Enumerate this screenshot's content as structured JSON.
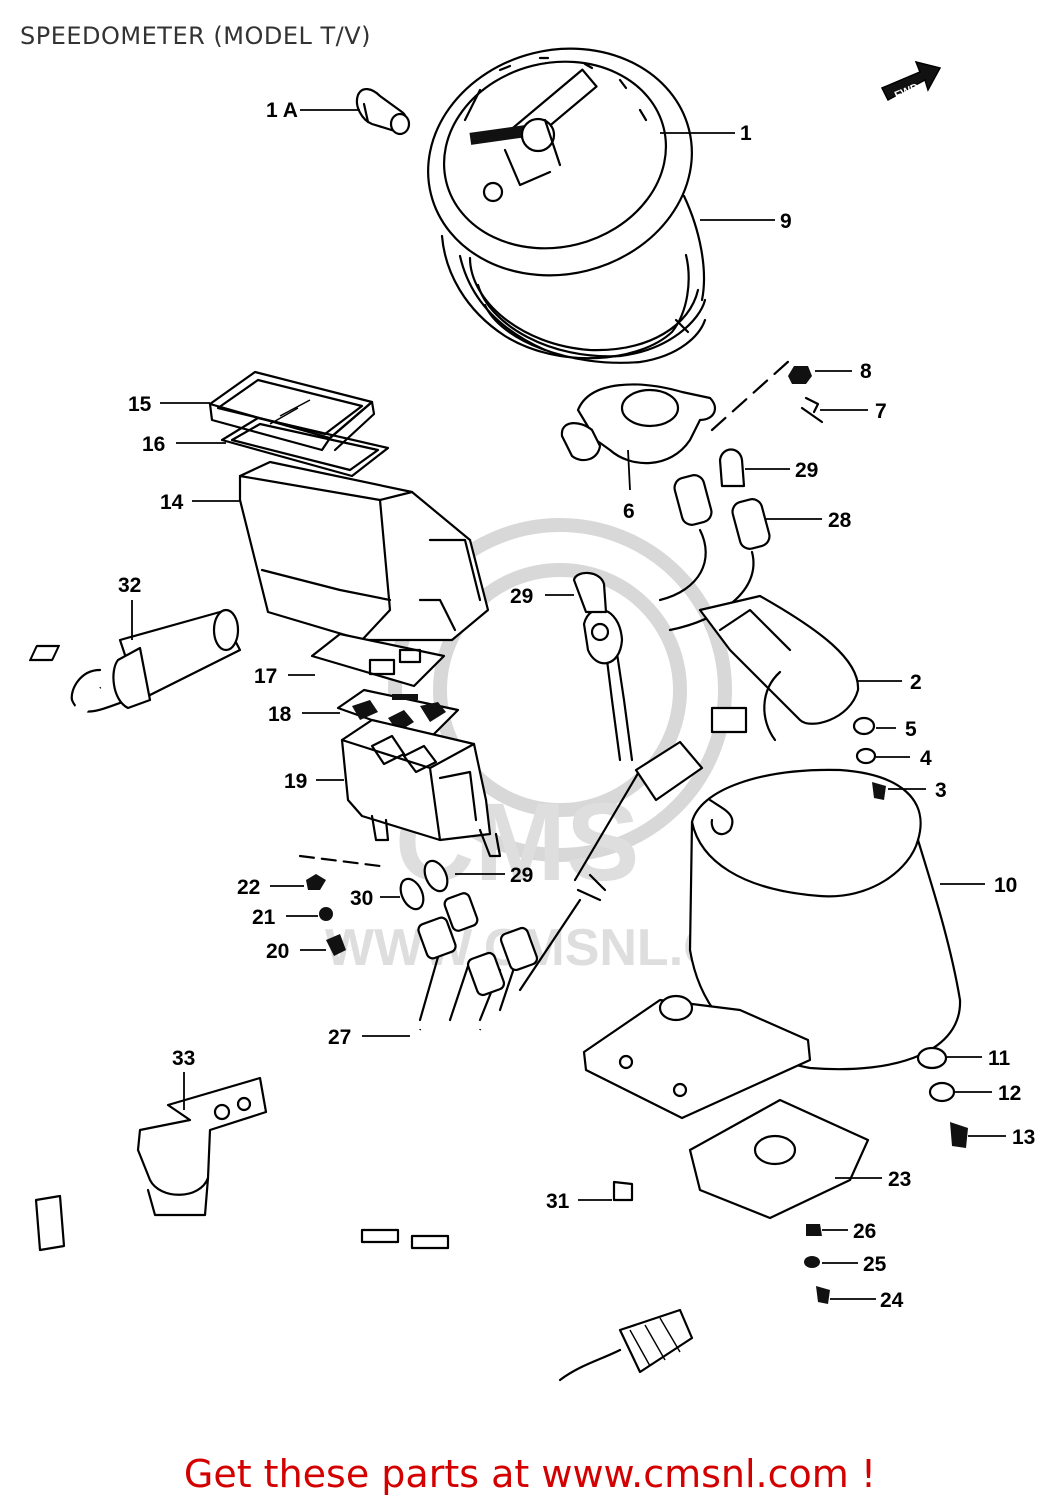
{
  "title": "SPEEDOMETER (MODEL T/V)",
  "footer": "Get these parts at www.cmsnl.com !",
  "fwd_label": "FWD",
  "watermark": {
    "text1": "CMS",
    "text2": "WWW.CMSNL.COM"
  },
  "colors": {
    "footer": "#d40000",
    "ink": "#000000",
    "watermark": "#d8d8d8"
  },
  "labels": {
    "p1a": "1 A",
    "p1": "1",
    "p9": "9",
    "p8": "8",
    "p7": "7",
    "p6": "6",
    "p29a": "29",
    "p28": "28",
    "p29b": "29",
    "p2": "2",
    "p5": "5",
    "p4": "4",
    "p3": "3",
    "p10": "10",
    "p15": "15",
    "p16": "16",
    "p14": "14",
    "p32": "32",
    "p17": "17",
    "p18": "18",
    "p19": "19",
    "p22": "22",
    "p21": "21",
    "p20": "20",
    "p30": "30",
    "p29c": "29",
    "p27": "27",
    "p33": "33",
    "p11": "11",
    "p12": "12",
    "p13": "13",
    "p23": "23",
    "p31": "31",
    "p26": "26",
    "p25": "25",
    "p24": "24"
  }
}
